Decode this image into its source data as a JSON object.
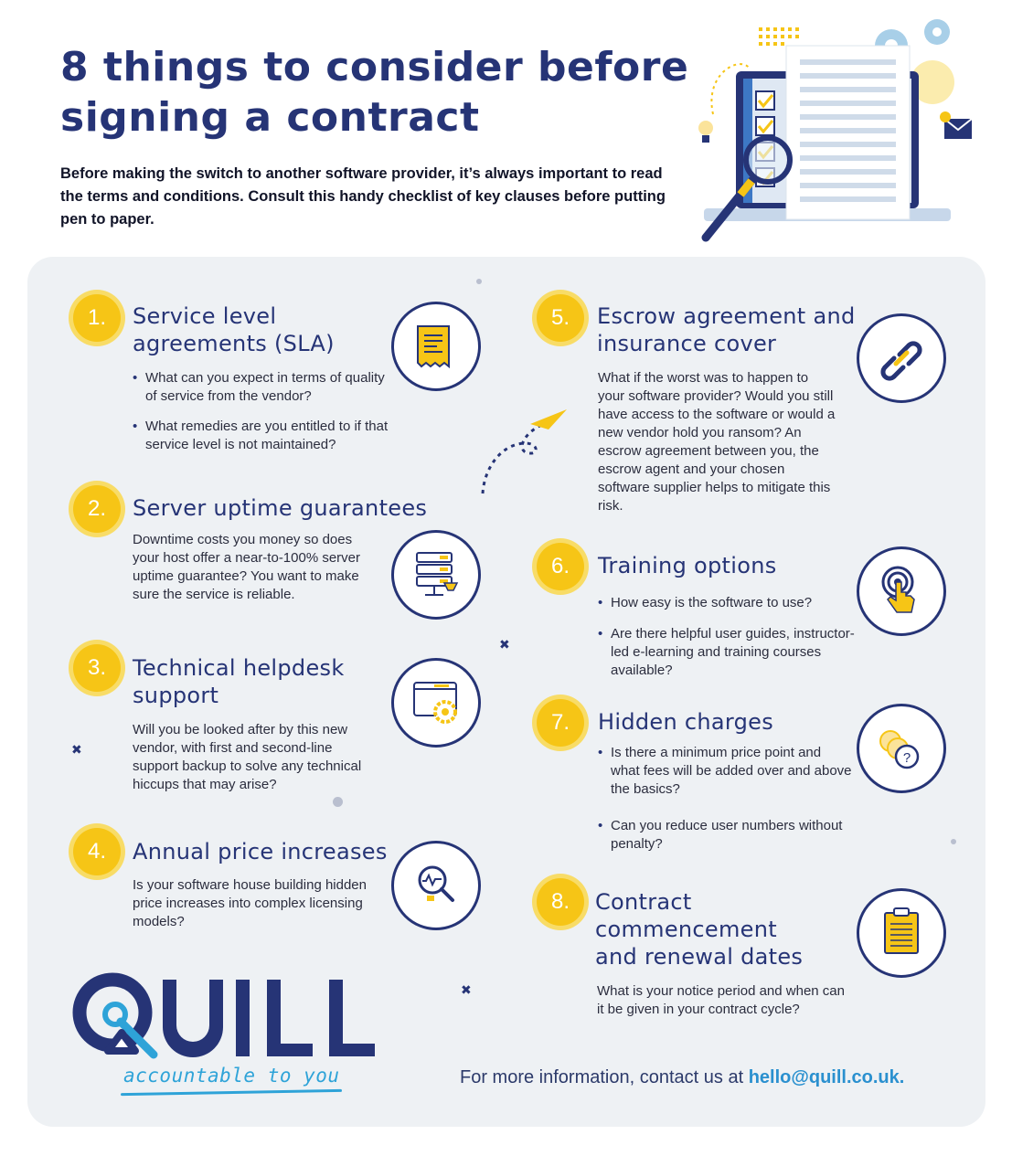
{
  "title": "8 things to consider before signing a contract",
  "intro": "Before making the switch to another software provider, it’s always important to read the terms and conditions. Consult this handy checklist of key clauses before putting pen to paper.",
  "items": [
    {
      "number": "1.",
      "heading_line1": "Service level",
      "heading_line2": "agreements (SLA)",
      "icon": "receipt-icon",
      "bullets": [
        "What can you expect in terms of quality of service from the vendor?",
        "What remedies are you entitled to if that service level is not maintained?"
      ]
    },
    {
      "number": "2.",
      "heading": "Server uptime guarantees",
      "icon": "server-icon",
      "text": "Downtime costs you money so does your host offer a near-to-100% server uptime guarantee? You want to make sure the service is reliable."
    },
    {
      "number": "3.",
      "heading_line1": "Technical helpdesk",
      "heading_line2": "support",
      "icon": "settings-window-icon",
      "text": "Will you be looked after by this new vendor, with first and second-line support backup to solve any technical hiccups that may arise?"
    },
    {
      "number": "4.",
      "heading": "Annual price increases",
      "icon": "magnifier-chart-icon",
      "text": "Is your software house building hidden price increases into complex licensing models?"
    },
    {
      "number": "5.",
      "heading_line1": "Escrow agreement and",
      "heading_line2": "insurance cover",
      "icon": "chain-link-icon",
      "text": "What if the worst was to happen to your software provider? Would you still have access to the software or would a new vendor hold you ransom? An escrow agreement between you, the escrow agent and your chosen software supplier helps to mitigate this risk."
    },
    {
      "number": "6.",
      "heading": "Training options",
      "icon": "touch-hand-icon",
      "bullets": [
        "How easy is the software to use?",
        "Are there helpful user guides, instructor-led e-learning and training courses available?"
      ]
    },
    {
      "number": "7.",
      "heading": "Hidden charges",
      "icon": "coins-question-icon",
      "bullets": [
        "Is there a minimum price point and what fees will be added over and above the basics?",
        "Can you reduce user numbers without penalty?"
      ]
    },
    {
      "number": "8.",
      "heading_line1": "Contract",
      "heading_line2": "commencement",
      "heading_line3": "and renewal dates",
      "icon": "clipboard-icon",
      "text": "What is your notice period and when can it be given in your contract cycle?"
    }
  ],
  "logo": {
    "name": "QUILL",
    "tagline": "accountable to you"
  },
  "contact": {
    "text": "For more information, contact us at ",
    "email": "hello@quill.co.uk."
  },
  "colors": {
    "navy": "#263476",
    "yellow": "#f6c516",
    "panel": "#eef1f4",
    "blue": "#2ea3d8"
  }
}
